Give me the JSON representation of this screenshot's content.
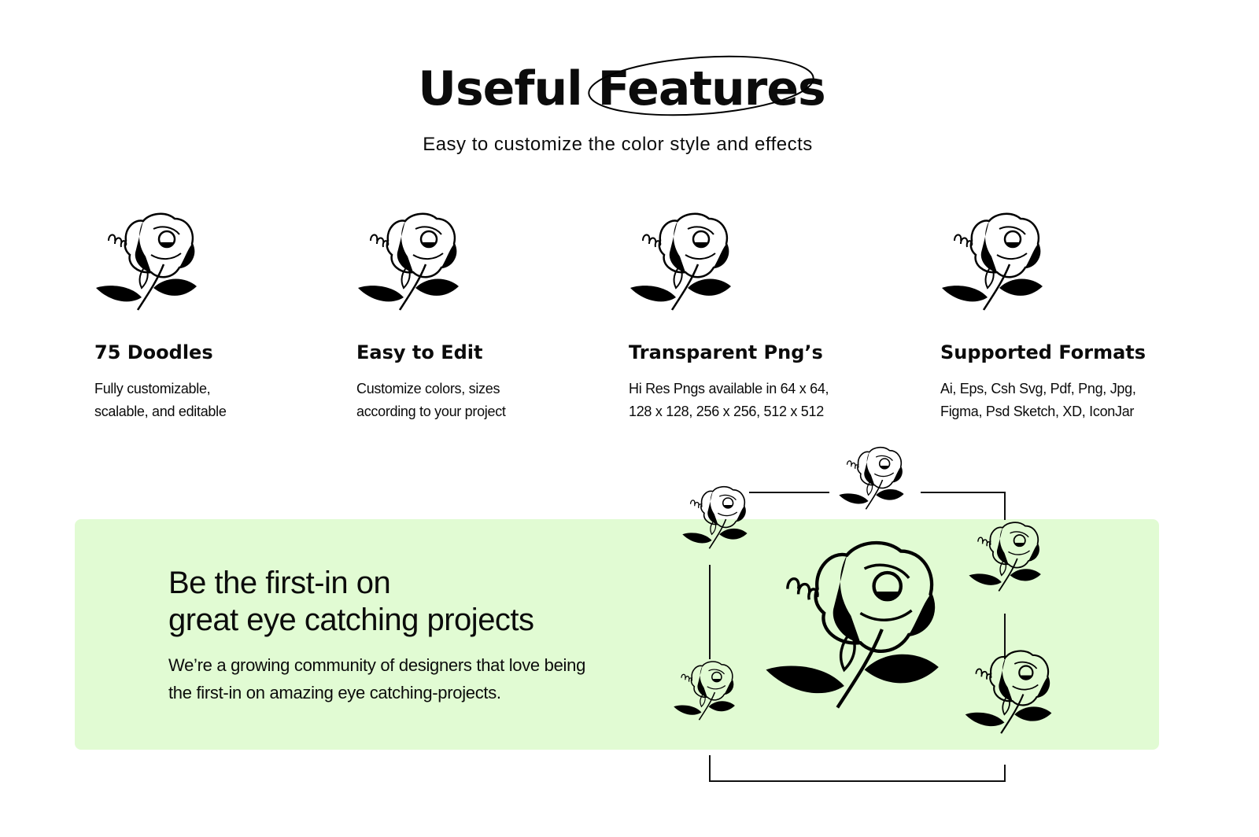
{
  "header": {
    "title_plain": "Useful",
    "title_highlight": "Features",
    "subtitle": "Easy to customize the color style and effects"
  },
  "features": [
    {
      "icon": "rose-bud-icon",
      "title": "75 Doodles",
      "desc_line1": "Fully customizable,",
      "desc_line2": "scalable, and editable"
    },
    {
      "icon": "rose-icon",
      "title": "Easy to Edit",
      "desc_line1": "Customize colors, sizes",
      "desc_line2": "according to your project"
    },
    {
      "icon": "rose-bloom-icon",
      "title": "Transparent Png’s",
      "desc_line1": "Hi Res Pngs available in 64 x 64,",
      "desc_line2": "128 x 128, 256 x 256, 512 x 512"
    },
    {
      "icon": "rose-petals-icon",
      "title": "Supported Formats",
      "desc_line1": "Ai, Eps, Csh Svg, Pdf, Png, Jpg,",
      "desc_line2": "Figma, Psd Sketch, XD, IconJar"
    }
  ],
  "banner": {
    "heading_line1": "Be the first-in on",
    "heading_line2": "great eye catching projects",
    "text_line1": "We’re a growing community of designers that love being",
    "text_line2": "the first-in on amazing eye catching-projects.",
    "background_color": "#e1fbd3"
  }
}
